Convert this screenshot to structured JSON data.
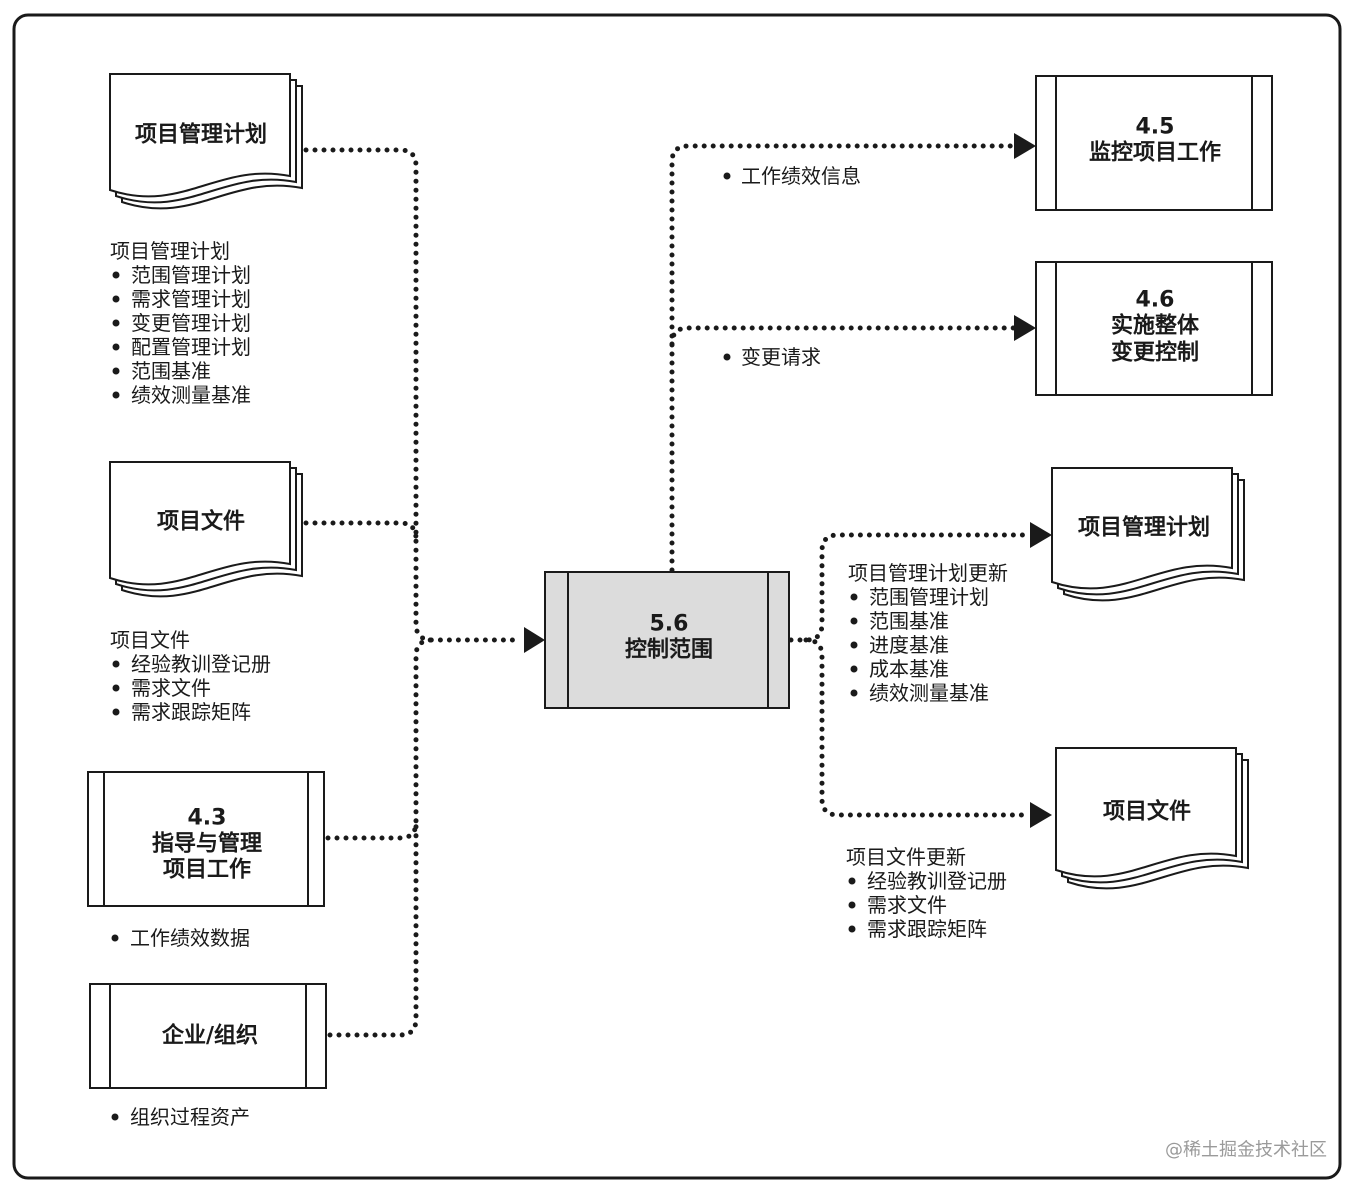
{
  "inputs": {
    "plan_document": {
      "label": "项目管理计划"
    },
    "plan_details": {
      "heading": "项目管理计划",
      "items": [
        "范围管理计划",
        "需求管理计划",
        "变更管理计划",
        "配置管理计划",
        "范围基准",
        "绩效测量基准"
      ]
    },
    "documents_document": {
      "label": "项目文件"
    },
    "documents_details": {
      "heading": "项目文件",
      "items": [
        "经验教训登记册",
        "需求文件",
        "需求跟踪矩阵"
      ]
    },
    "process_4_3": {
      "number": "4.3",
      "title_lines": [
        "指导与管理",
        "项目工作"
      ],
      "items": [
        "工作绩效数据"
      ]
    },
    "enterprise": {
      "label": "企业/组织",
      "items": [
        "组织过程资产"
      ]
    }
  },
  "center": {
    "number": "5.6",
    "title": "控制范围"
  },
  "outputs": {
    "process_4_5": {
      "number": "4.5",
      "title_lines": [
        "监控项目工作"
      ],
      "flow_items": [
        "工作绩效信息"
      ]
    },
    "process_4_6": {
      "number": "4.6",
      "title_lines": [
        "实施整体",
        "变更控制"
      ],
      "flow_items": [
        "变更请求"
      ]
    },
    "plan_document": {
      "label": "项目管理计划",
      "heading": "项目管理计划更新",
      "items": [
        "范围管理计划",
        "范围基准",
        "进度基准",
        "成本基准",
        "绩效测量基准"
      ]
    },
    "documents_document": {
      "label": "项目文件",
      "heading": "项目文件更新",
      "items": [
        "经验教训登记册",
        "需求文件",
        "需求跟踪矩阵"
      ]
    }
  },
  "colors": {
    "process_fill": "#dcdcdc",
    "stroke": "#1a1a1a",
    "watermark": "#9a9a9a"
  },
  "watermark": "@稀土掘金技术社区"
}
